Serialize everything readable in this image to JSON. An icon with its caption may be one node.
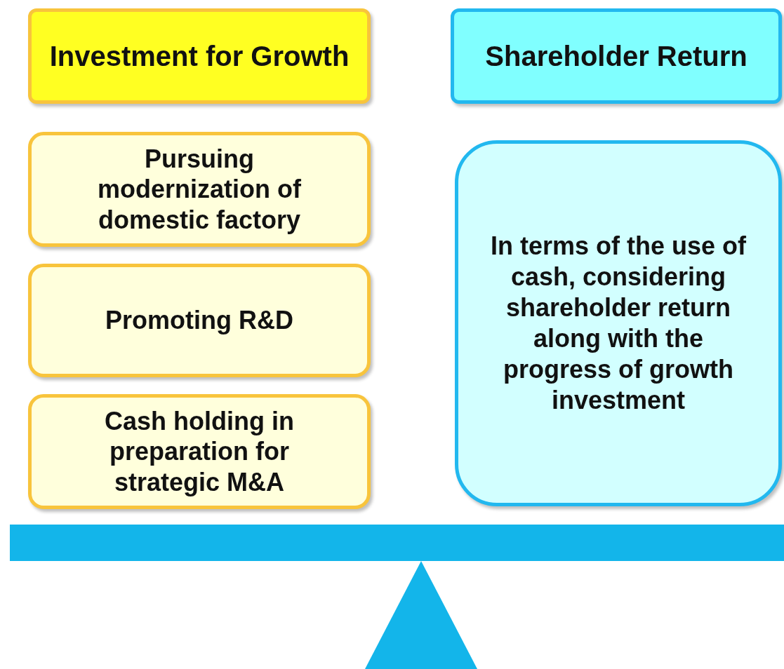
{
  "diagram": {
    "nodes": [
      {
        "text": [
          "Investment for Growth"
        ]
      },
      {
        "text": [
          "Shareholder Return"
        ]
      },
      {
        "text": [
          "Pursuing modernization of domestic factory"
        ]
      },
      {
        "text": [
          "Promoting R&D"
        ]
      },
      {
        "text": [
          "Cash holding in preparation for strategic M&A"
        ]
      },
      {
        "text": [
          "In terms of the use of cash, considering shareholder return along with the progress of growth investment"
        ]
      }
    ]
  }
}
